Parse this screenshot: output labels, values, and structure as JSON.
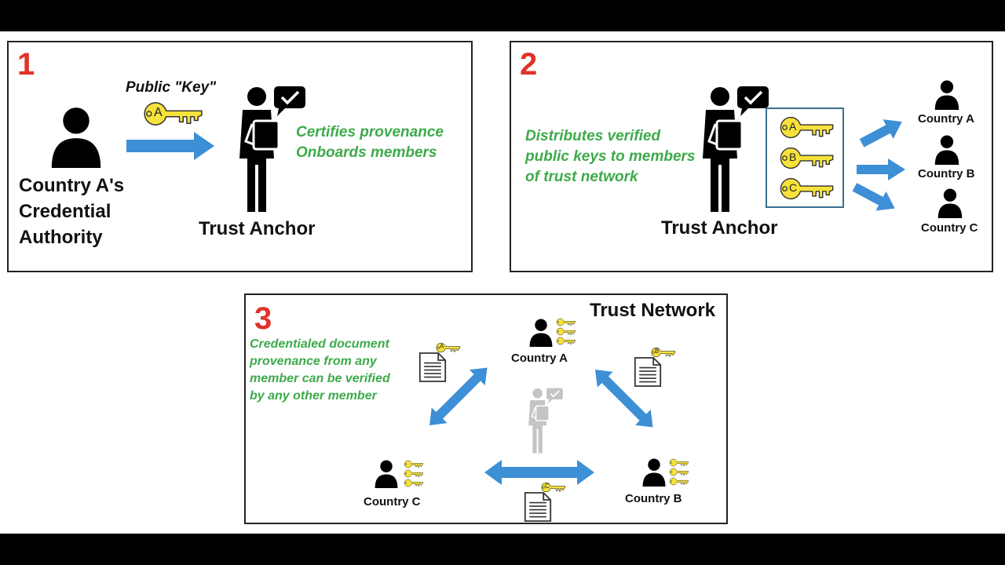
{
  "panel1": {
    "number": "1",
    "key_label": "Public \"Key\"",
    "key_letter": "A",
    "sender": [
      "Country A's",
      "Credential",
      "Authority"
    ],
    "actions": [
      "Certifies provenance",
      "Onboards members"
    ],
    "receiver": "Trust Anchor"
  },
  "panel2": {
    "number": "2",
    "description": [
      "Distributes verified",
      "public keys to members",
      "of trust network"
    ],
    "keys": [
      "A",
      "B",
      "C"
    ],
    "receiver": "Trust Anchor",
    "members": [
      "Country A",
      "Country B",
      "Country C"
    ]
  },
  "panel3": {
    "number": "3",
    "title": "Trust Network",
    "description": [
      "Credentialed document",
      "provenance from any",
      "member can be verified",
      "by any other member"
    ],
    "members": [
      "Country A",
      "Country B",
      "Country C"
    ],
    "doc_key_letters": [
      "A",
      "B",
      "C"
    ]
  },
  "colors": {
    "number": "#e0322a",
    "green_text": "#3daa4a",
    "arrow": "#3d8fd6",
    "key": "#f6e23a"
  }
}
